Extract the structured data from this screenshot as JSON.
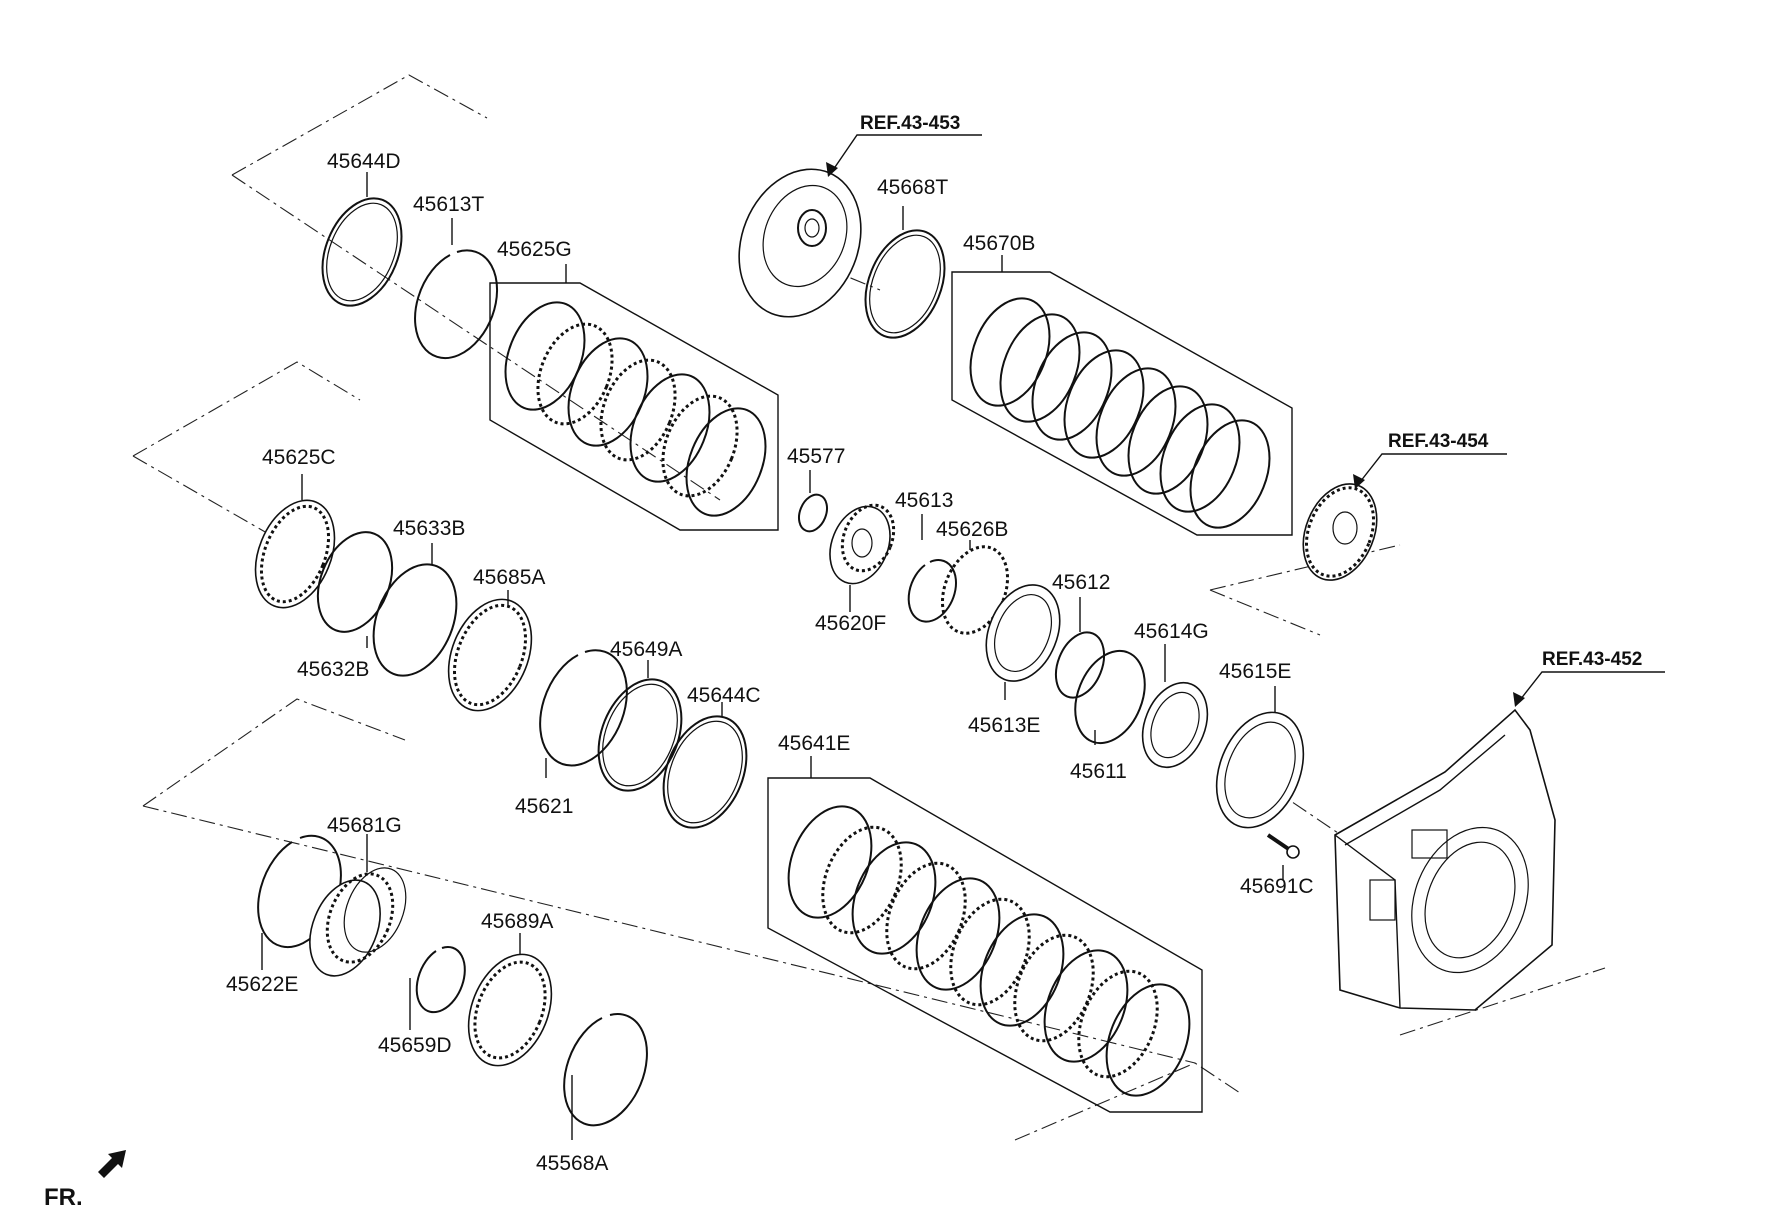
{
  "refs": {
    "r453": "REF.43-453",
    "r454": "REF.43-454",
    "r452": "REF.43-452"
  },
  "direction": {
    "label": "FR."
  },
  "parts": {
    "p45644D": "45644D",
    "p45613T": "45613T",
    "p45625G": "45625G",
    "p45668T": "45668T",
    "p45670B": "45670B",
    "p45625C": "45625C",
    "p45633B": "45633B",
    "p45685A": "45685A",
    "p45632B": "45632B",
    "p45577": "45577",
    "p45613": "45613",
    "p45626B": "45626B",
    "p45620F": "45620F",
    "p45612": "45612",
    "p45614G": "45614G",
    "p45613E": "45613E",
    "p45611": "45611",
    "p45615E": "45615E",
    "p45649A": "45649A",
    "p45644C": "45644C",
    "p45621": "45621",
    "p45641E": "45641E",
    "p45691C": "45691C",
    "p45681G": "45681G",
    "p45622E": "45622E",
    "p45689A": "45689A",
    "p45659D": "45659D",
    "p45568A": "45568A"
  }
}
